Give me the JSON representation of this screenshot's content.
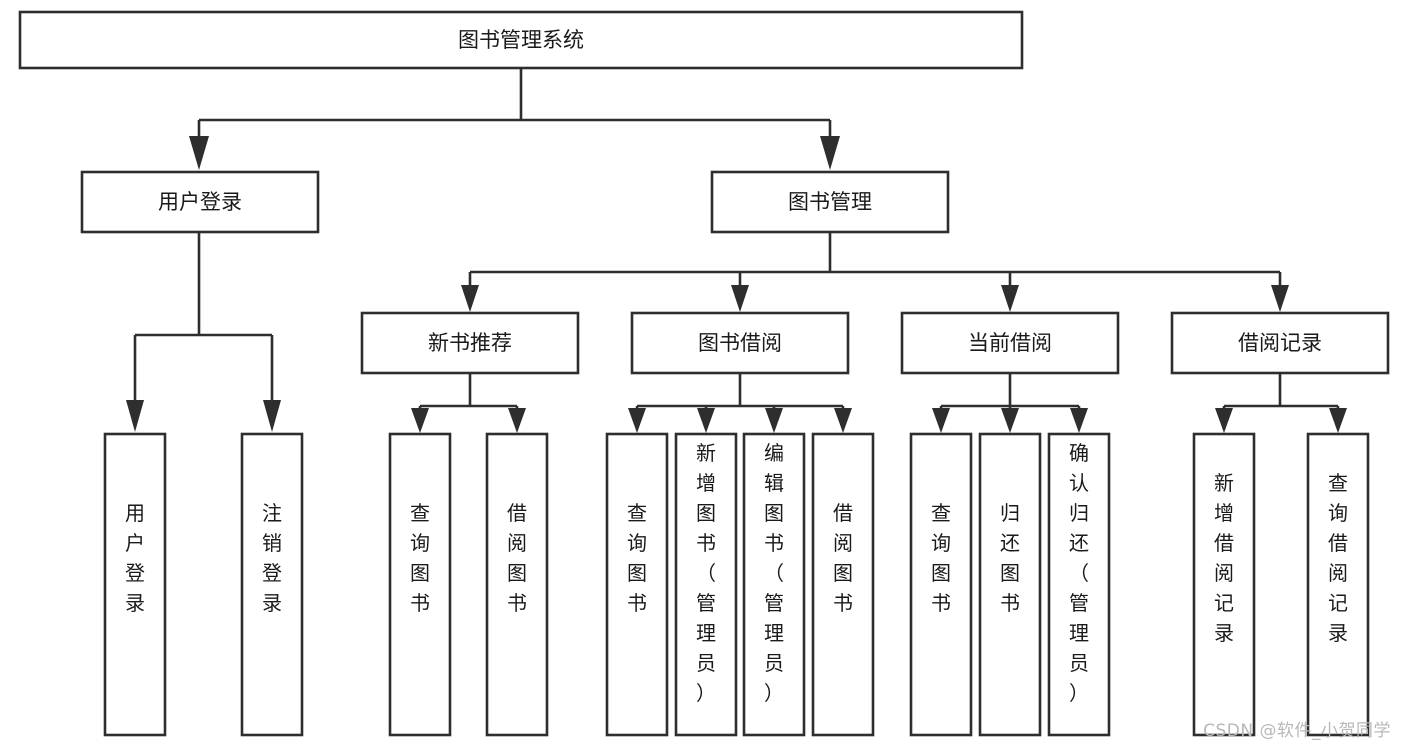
{
  "diagram": {
    "type": "tree-hierarchy",
    "title": "图书管理系统",
    "watermark": "CSDN @软件_小贺同学",
    "colors": {
      "stroke": "#2e2e2e",
      "fill": "#ffffff",
      "text": "#1a1a1a",
      "watermark": "#b8b8b8",
      "background": "#ffffff"
    },
    "levels": {
      "root": {
        "label": "图书管理系统",
        "orientation": "horizontal"
      },
      "level2": [
        {
          "label": "用户登录",
          "orientation": "horizontal"
        },
        {
          "label": "图书管理",
          "orientation": "horizontal"
        }
      ],
      "level3": [
        {
          "label": "新书推荐",
          "orientation": "horizontal"
        },
        {
          "label": "图书借阅",
          "orientation": "horizontal"
        },
        {
          "label": "当前借阅",
          "orientation": "horizontal"
        },
        {
          "label": "借阅记录",
          "orientation": "horizontal"
        }
      ],
      "leaves": {
        "user_login": [
          {
            "label": "用户登录",
            "orientation": "vertical"
          },
          {
            "label": "注销登录",
            "orientation": "vertical"
          }
        ],
        "new_book_recommend": [
          {
            "label": "查询图书",
            "orientation": "vertical"
          },
          {
            "label": "借阅图书",
            "orientation": "vertical"
          }
        ],
        "book_borrow": [
          {
            "label": "查询图书",
            "orientation": "vertical"
          },
          {
            "label": "新增图书（管理员）",
            "orientation": "vertical"
          },
          {
            "label": "编辑图书（管理员）",
            "orientation": "vertical"
          },
          {
            "label": "借阅图书",
            "orientation": "vertical"
          }
        ],
        "current_borrow": [
          {
            "label": "查询图书",
            "orientation": "vertical"
          },
          {
            "label": "归还图书",
            "orientation": "vertical"
          },
          {
            "label": "确认归还（管理员）",
            "orientation": "vertical"
          }
        ],
        "borrow_record": [
          {
            "label": "新增借阅记录",
            "orientation": "vertical"
          },
          {
            "label": "查询借阅记录",
            "orientation": "vertical"
          }
        ]
      }
    }
  }
}
